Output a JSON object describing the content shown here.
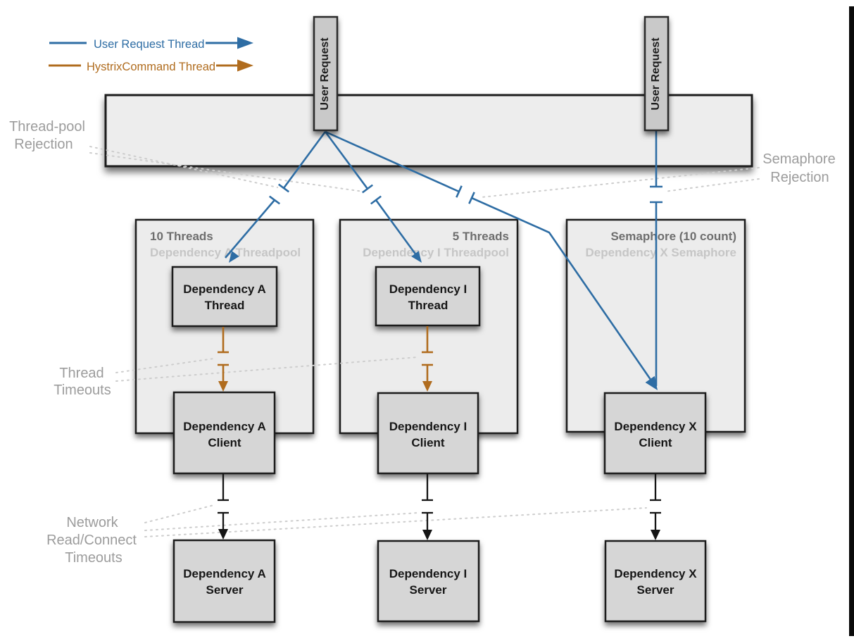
{
  "legend": {
    "user_request_label": "User Request Thread",
    "hystrix_command_label": "HystrixCommand Thread"
  },
  "user_request_left": "User Request",
  "user_request_right": "User Request",
  "annotations": {
    "threadpool_rejection_line1": "Thread-pool",
    "threadpool_rejection_line2": "Rejection",
    "semaphore_rejection_line1": "Semaphore",
    "semaphore_rejection_line2": "Rejection",
    "thread_timeouts_line1": "Thread",
    "thread_timeouts_line2": "Timeouts",
    "network_timeouts_line1": "Network",
    "network_timeouts_line2": "Read/Connect",
    "network_timeouts_line3": "Timeouts"
  },
  "pools": {
    "a": {
      "title": "10 Threads",
      "subtitle": "Dependency A Threadpool"
    },
    "i": {
      "title": "5 Threads",
      "subtitle": "Dependency I Threadpool"
    },
    "x": {
      "title": "Semaphore (10 count)",
      "subtitle": "Dependency X Semaphore"
    }
  },
  "nodes": {
    "thread_a": {
      "l1": "Dependency A",
      "l2": "Thread"
    },
    "thread_i": {
      "l1": "Dependency I",
      "l2": "Thread"
    },
    "client_a": {
      "l1": "Dependency A",
      "l2": "Client"
    },
    "client_i": {
      "l1": "Dependency I",
      "l2": "Client"
    },
    "client_x": {
      "l1": "Dependency X",
      "l2": "Client"
    },
    "server_a": {
      "l1": "Dependency A",
      "l2": "Server"
    },
    "server_i": {
      "l1": "Dependency I",
      "l2": "Server"
    },
    "server_x": {
      "l1": "Dependency X",
      "l2": "Server"
    }
  },
  "colors": {
    "user_request_thread": "#2e6da4",
    "hystrix_command_thread": "#b06c1e",
    "network_arrow": "#141414",
    "annotation_text": "#9c9c9c",
    "dotted_connector": "#cdcdcd",
    "container_fill": "#ececec",
    "node_fill": "#d6d6d6",
    "user_request_fill": "#c9c9c9",
    "pool_title_text": "#6e6e6e",
    "pool_subtitle_text": "#c6c6c6"
  }
}
